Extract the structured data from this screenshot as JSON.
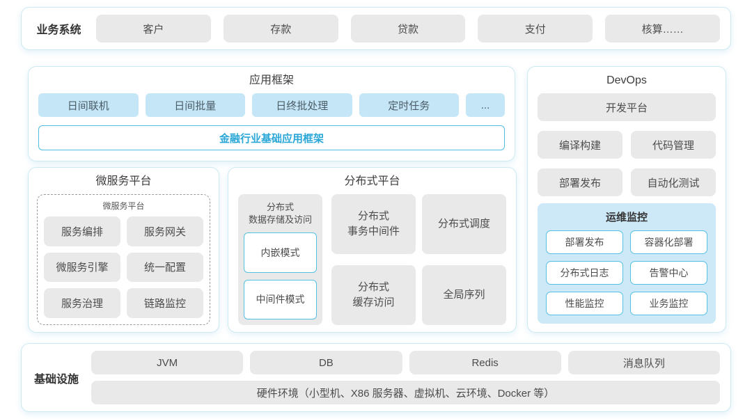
{
  "colors": {
    "panel_border": "#cdeaf2",
    "grey_box": "#e9e9e9",
    "blue_box": "#c5e6f6",
    "cyan_border": "#55c0e2",
    "accent_text": "#2aa7d7",
    "ops_bg": "#cde9f8"
  },
  "business": {
    "label": "业务系统",
    "items": [
      "客户",
      "存款",
      "贷款",
      "支付",
      "核算……"
    ]
  },
  "app_framework": {
    "title": "应用框架",
    "modules": [
      "日间联机",
      "日间批量",
      "日终批处理",
      "定时任务",
      "..."
    ],
    "base": "金融行业基础应用框架"
  },
  "microservice": {
    "title": "微服务平台",
    "inner_title": "微服务平台",
    "items": [
      "服务编排",
      "服务网关",
      "微服务引擎",
      "统一配置",
      "服务治理",
      "链路监控"
    ]
  },
  "distributed": {
    "title": "分布式平台",
    "storage": {
      "label": "分布式\n数据存储及访问",
      "modes": [
        "内嵌模式",
        "中间件模式"
      ]
    },
    "cells": [
      "分布式\n事务中间件",
      "分布式调度",
      "分布式\n缓存访问",
      "全局序列"
    ]
  },
  "devops": {
    "title": "DevOps",
    "platform": "开发平台",
    "tools": [
      "编译构建",
      "代码管理",
      "部署发布",
      "自动化测试"
    ],
    "ops": {
      "title": "运维监控",
      "items": [
        "部署发布",
        "容器化部署",
        "分布式日志",
        "告警中心",
        "性能监控",
        "业务监控"
      ]
    }
  },
  "infrastructure": {
    "label": "基础设施",
    "items": [
      "JVM",
      "DB",
      "Redis",
      "消息队列"
    ],
    "hardware": "硬件环境（小型机、X86 服务器、虚拟机、云环境、Docker 等）"
  }
}
